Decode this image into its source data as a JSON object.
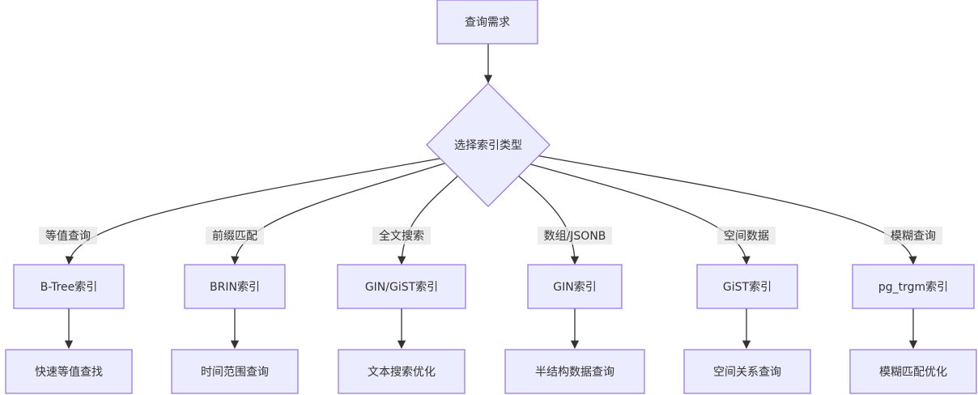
{
  "nodes": {
    "query": "查询需求",
    "choose": "选择索引类型",
    "btree": "B-Tree索引",
    "brin": "BRIN索引",
    "gin_gist": "GIN/GiST索引",
    "gin": "GIN索引",
    "gist": "GiST索引",
    "trgm": "pg_trgm索引",
    "fast_eq": "快速等值查找",
    "time_range": "时间范围查询",
    "text_opt": "文本搜索优化",
    "semi_struct": "半结构数据查询",
    "spatial_rel": "空间关系查询",
    "fuzzy_opt": "模糊匹配优化"
  },
  "edge_labels": {
    "eq_query": "等值查询",
    "prefix_match": "前缀匹配",
    "fulltext": "全文搜索",
    "array_json": "数组/JSONB",
    "spatial_data": "空间数据",
    "fuzzy_query": "模糊查询"
  },
  "colors": {
    "node_fill": "#ECECFF",
    "node_stroke": "#9370DB",
    "edge": "#333333",
    "label_bg": "#e8e8e8"
  }
}
